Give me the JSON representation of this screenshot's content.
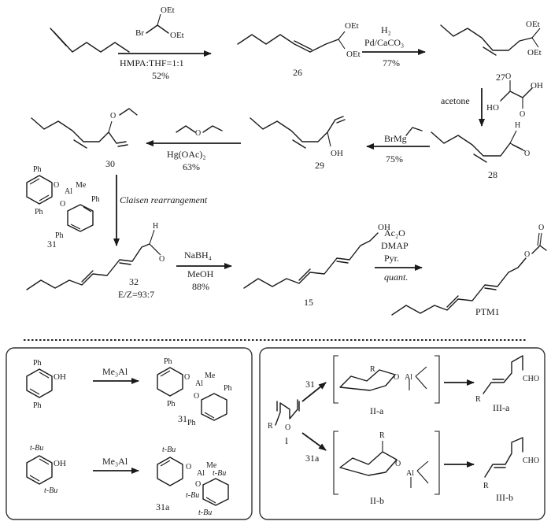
{
  "reagents": {
    "step1": {
      "top_br": "Br",
      "top_oet1": "OEt",
      "top_oet2": "OEt",
      "below1": "HMPA:THF=1:1",
      "below2": "52%"
    },
    "step2": {
      "above1": "H₂",
      "above2": "Pd/CaCO₃",
      "below1": "77%"
    },
    "step3": {
      "left": "acetone",
      "ho": "HO",
      "oh": "OH"
    },
    "step4": {
      "above": "BrMg",
      "below": "75%"
    },
    "step5": {
      "below1": "Hg(OAc)₂",
      "below2": "63%"
    },
    "step6": {
      "label": "Claisen rearrangement"
    },
    "step7": {
      "above": "NaBH₄",
      "below1": "MeOH",
      "below2": "88%"
    },
    "step8": {
      "above1": "Ac₂O",
      "above2": "DMAP",
      "above3": "Pyr.",
      "below1": "quant."
    }
  },
  "compounds": {
    "c26": "26",
    "c27": "27",
    "c28": "28",
    "c29": "29",
    "c30": "30",
    "c31": "31",
    "c32": "32",
    "c32_ratio": "E/Z=93:7",
    "c15": "15",
    "ptm1": "PTM1",
    "c31a": "31a"
  },
  "panel_left": {
    "reagent_top": "Me₃Al",
    "reagent_bottom": "Me₃Al",
    "label_top": "31",
    "label_bottom": "31a"
  },
  "panel_right": {
    "start": "I",
    "arrow_top": "31",
    "arrow_bottom": "31a",
    "ts_top": "II-a",
    "ts_bottom": "II-b",
    "prod_top": "III-a",
    "prod_bottom": "III-b",
    "r": "R",
    "cho": "CHO"
  },
  "atoms": {
    "oet": "OEt",
    "o": "O",
    "oh": "OH",
    "h": "H",
    "ph": "Ph",
    "al": "Al",
    "me": "Me",
    "tbu": "t-Bu"
  }
}
